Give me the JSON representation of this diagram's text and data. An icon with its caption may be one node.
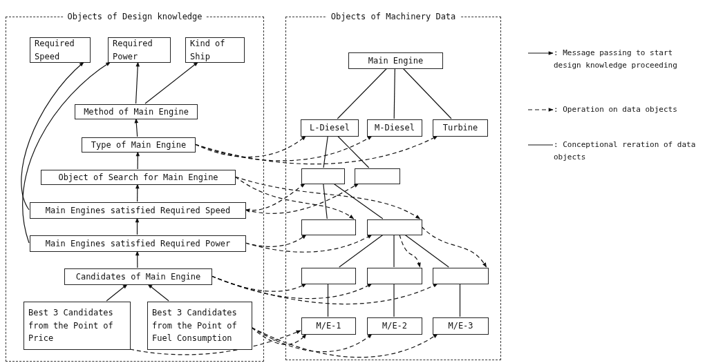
{
  "diagram": {
    "nodes": [
      {
        "text": [
          "Objects of Design knowledge"
        ]
      },
      {
        "text": [
          "Required Speed"
        ],
        "in": 0
      },
      {
        "text": [
          "Required Power"
        ],
        "in": 0
      },
      {
        "text": [
          "Kind of Ship"
        ],
        "in": 0
      },
      {
        "text": [
          "Method of Main Engine"
        ],
        "in": 0
      },
      {
        "text": [
          "Type of Main Engine"
        ],
        "in": 0
      },
      {
        "text": [
          "Object of Search for Main Engine"
        ],
        "in": 0
      },
      {
        "text": [
          "Main Engines satisfied Required Speed"
        ],
        "in": 0
      },
      {
        "text": [
          "Main Engines satisfied Required Power"
        ],
        "in": 0
      },
      {
        "text": [
          "Candidates of Main Engine"
        ],
        "in": 0
      },
      {
        "text": [
          "Best 3 Candidates from the Point of Price"
        ],
        "in": 0
      },
      {
        "text": [
          "Best 3 Candidates from the Point of Fuel Consumption"
        ],
        "in": 0
      },
      {
        "text": [
          "Objects of Machinery Data"
        ]
      },
      {
        "text": [
          "Main Engine"
        ],
        "in": 12
      },
      {
        "text": [
          "L-Diesel"
        ],
        "in": 12
      },
      {
        "text": [
          "M-Diesel"
        ],
        "in": 12
      },
      {
        "text": [
          "Turbine"
        ],
        "in": 12
      },
      {
        "text": [],
        "shape": "box",
        "in": 12
      },
      {
        "text": [],
        "shape": "box",
        "in": 12
      },
      {
        "text": [],
        "shape": "box",
        "in": 12
      },
      {
        "text": [],
        "shape": "box",
        "in": 12
      },
      {
        "text": [],
        "shape": "box",
        "in": 12
      },
      {
        "text": [],
        "shape": "box",
        "in": 12
      },
      {
        "text": [],
        "shape": "box",
        "in": 12
      },
      {
        "text": [
          "M/E-1"
        ],
        "in": 12
      },
      {
        "text": [
          "M/E-2"
        ],
        "in": 12
      },
      {
        "text": [
          "M/E-3"
        ],
        "in": 12
      }
    ],
    "edges": [
      {
        "from": 4,
        "to": 2,
        "arrow": "to"
      },
      {
        "from": 4,
        "to": 3,
        "arrow": "to"
      },
      {
        "from": 5,
        "to": 4,
        "arrow": "to"
      },
      {
        "from": 6,
        "to": 5,
        "arrow": "to"
      },
      {
        "from": 7,
        "to": 6,
        "arrow": "to"
      },
      {
        "from": 8,
        "to": 7,
        "arrow": "to"
      },
      {
        "from": 9,
        "to": 8,
        "arrow": "to"
      },
      {
        "from": 10,
        "to": 9,
        "arrow": "to"
      },
      {
        "from": 11,
        "to": 9,
        "arrow": "to"
      },
      {
        "from": 7,
        "to": 1,
        "arrow": "to"
      },
      {
        "from": 8,
        "to": 2,
        "arrow": "to"
      },
      {
        "from": 13,
        "to": 14,
        "arrow": "none"
      },
      {
        "from": 13,
        "to": 15,
        "arrow": "none"
      },
      {
        "from": 13,
        "to": 16,
        "arrow": "none"
      },
      {
        "from": 14,
        "to": 17,
        "arrow": "none"
      },
      {
        "from": 14,
        "to": 18,
        "arrow": "none"
      },
      {
        "from": 17,
        "to": 19,
        "arrow": "none"
      },
      {
        "from": 17,
        "to": 20,
        "arrow": "none"
      },
      {
        "from": 20,
        "to": 21,
        "arrow": "none"
      },
      {
        "from": 20,
        "to": 22,
        "arrow": "none"
      },
      {
        "from": 20,
        "to": 23,
        "arrow": "none"
      },
      {
        "from": 21,
        "to": 24,
        "arrow": "none"
      },
      {
        "from": 22,
        "to": 25,
        "arrow": "none"
      },
      {
        "from": 23,
        "to": 26,
        "arrow": "none"
      },
      {
        "from": 5,
        "to": 14,
        "arrow": "to",
        "style": "dashed"
      },
      {
        "from": 5,
        "to": 15,
        "arrow": "to",
        "style": "dashed"
      },
      {
        "from": 5,
        "to": 16,
        "arrow": "to",
        "style": "dashed"
      },
      {
        "from": 6,
        "to": 19,
        "arrow": "to",
        "style": "dashed"
      },
      {
        "from": 6,
        "to": 20,
        "arrow": "to",
        "style": "dashed"
      },
      {
        "from": 7,
        "to": 17,
        "arrow": "both",
        "style": "dashed"
      },
      {
        "from": 7,
        "to": 18,
        "arrow": "to",
        "style": "dashed"
      },
      {
        "from": 8,
        "to": 19,
        "arrow": "to",
        "style": "dashed"
      },
      {
        "from": 8,
        "to": 20,
        "arrow": "to",
        "style": "dashed"
      },
      {
        "from": 9,
        "to": 21,
        "arrow": "to",
        "style": "dashed"
      },
      {
        "from": 9,
        "to": 22,
        "arrow": "to",
        "style": "dashed"
      },
      {
        "from": 9,
        "to": 23,
        "arrow": "to",
        "style": "dashed"
      },
      {
        "from": 20,
        "to": 22,
        "arrow": "to",
        "style": "dashed"
      },
      {
        "from": 20,
        "to": 23,
        "arrow": "to",
        "style": "dashed"
      },
      {
        "from": 11,
        "to": 24,
        "arrow": "to",
        "style": "dashed"
      },
      {
        "from": 11,
        "to": 25,
        "arrow": "to",
        "style": "dashed"
      },
      {
        "from": 11,
        "to": 26,
        "arrow": "to",
        "style": "dashed"
      },
      {
        "from": 10,
        "to": 24,
        "arrow": "to",
        "style": "dashed"
      }
    ],
    "legend": [
      {
        "text": ": Message passing to start design knowledge proceeding"
      },
      {
        "text": ": Operation on data objects"
      },
      {
        "text": ": Conceptional reration of data objects"
      }
    ]
  }
}
